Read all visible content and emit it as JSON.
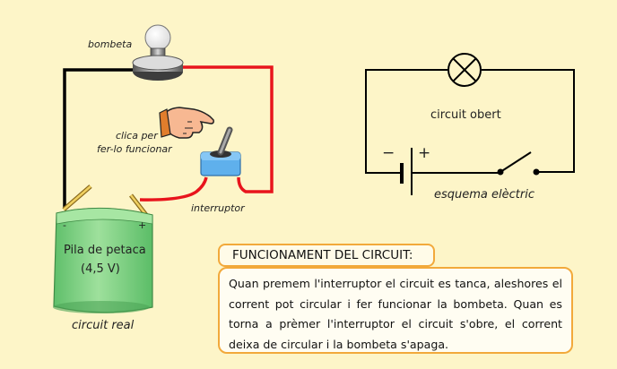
{
  "real_circuit": {
    "bulb_label": "bombeta",
    "click_hint_line1": "clica per",
    "click_hint_line2": "fer-lo funcionar",
    "switch_label": "interruptor",
    "battery_name_line1": "Pila de petaca",
    "battery_name_line2": "(4,5 V)",
    "battery_minus": "-",
    "battery_plus": "+",
    "caption": "circuit real",
    "wire_colors": {
      "negative": "#000000",
      "positive": "#e8141c"
    },
    "battery_color": "#8fd68f"
  },
  "schematic": {
    "state_label": "circuit obert",
    "minus_sign": "−",
    "plus_sign": "+",
    "caption": "esquema elèctric"
  },
  "explanation": {
    "title": "FUNCIONAMENT DEL CIRCUIT:",
    "text": "Quan premem l'interruptor el circuit es tanca, aleshores el corrent pot circular i fer funcionar la bombeta. Quan es torna a prèmer l'interruptor el circuit s'obre, el corrent deixa de circular i la bombeta s'apaga."
  }
}
